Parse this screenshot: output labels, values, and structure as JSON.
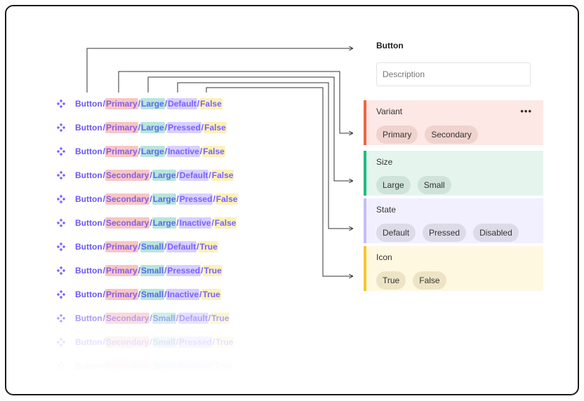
{
  "panel": {
    "title": "Button",
    "description_placeholder": "Description"
  },
  "properties": [
    {
      "label": "Variant",
      "options": [
        "Primary",
        "Secondary"
      ],
      "color": "#f06543",
      "has_more_menu": true,
      "more_icon": "more-horizontal-icon"
    },
    {
      "label": "Size",
      "options": [
        "Large",
        "Small"
      ],
      "color": "#1ebc82"
    },
    {
      "label": "State",
      "options": [
        "Default",
        "Pressed",
        "Disabled"
      ],
      "color": "#c4bdfa"
    },
    {
      "label": "Icon",
      "options": [
        "True",
        "False"
      ],
      "color": "#f8c52f"
    }
  ],
  "more_glyph": "•••",
  "separator": "/",
  "component_icon": "component-variant-icon",
  "variants": [
    {
      "base": "Button",
      "variant": "Primary",
      "size": "Large",
      "state": "Default",
      "icon": "False"
    },
    {
      "base": "Button",
      "variant": "Primary",
      "size": "Large",
      "state": "Pressed",
      "icon": "False"
    },
    {
      "base": "Button",
      "variant": "Primary",
      "size": "Large",
      "state": "Inactive",
      "icon": "False"
    },
    {
      "base": "Button",
      "variant": "Secondary",
      "size": "Large",
      "state": "Default",
      "icon": "False"
    },
    {
      "base": "Button",
      "variant": "Secondary",
      "size": "Large",
      "state": "Pressed",
      "icon": "False"
    },
    {
      "base": "Button",
      "variant": "Secondary",
      "size": "Large",
      "state": "Inactive",
      "icon": "False"
    },
    {
      "base": "Button",
      "variant": "Primary",
      "size": "Small",
      "state": "Default",
      "icon": "True"
    },
    {
      "base": "Button",
      "variant": "Primary",
      "size": "Small",
      "state": "Pressed",
      "icon": "True"
    },
    {
      "base": "Button",
      "variant": "Primary",
      "size": "Small",
      "state": "Inactive",
      "icon": "True"
    },
    {
      "base": "Button",
      "variant": "Secondary",
      "size": "Small",
      "state": "Default",
      "icon": "True"
    },
    {
      "base": "Button",
      "variant": "Secondary",
      "size": "Small",
      "state": "Pressed",
      "icon": "True"
    },
    {
      "base": "Button",
      "variant": "Secondary",
      "size": "Small",
      "state": "Inactive",
      "icon": "True"
    }
  ]
}
